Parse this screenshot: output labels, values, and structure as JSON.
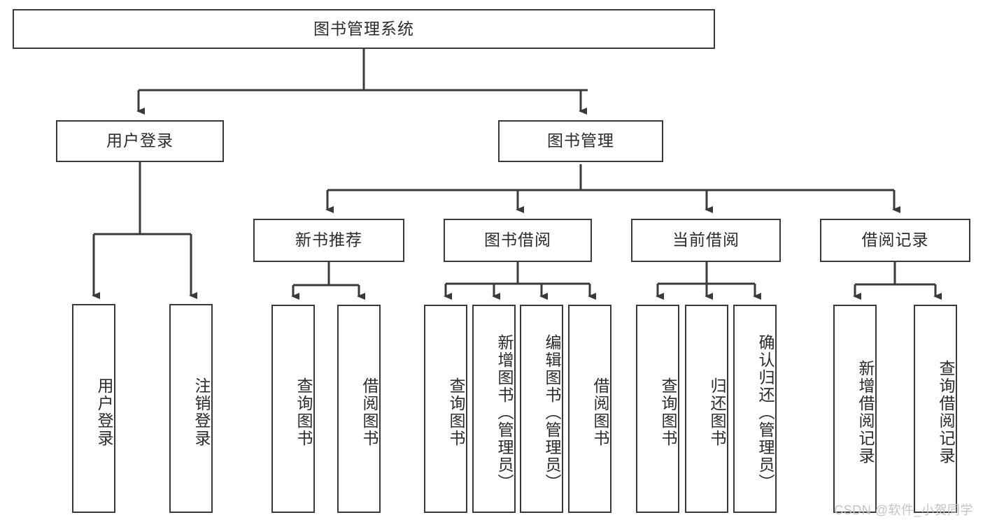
{
  "diagram": {
    "title": "图书管理系统",
    "type": "tree",
    "root": {
      "id": "root",
      "label": "图书管理系统",
      "orientation": "horizontal"
    },
    "level1": [
      {
        "id": "user-login",
        "label": "用户登录",
        "orientation": "horizontal"
      },
      {
        "id": "book-management",
        "label": "图书管理",
        "orientation": "horizontal"
      }
    ],
    "level2": [
      {
        "id": "new-book-recommend",
        "label": "新书推荐",
        "orientation": "horizontal",
        "parent": "book-management"
      },
      {
        "id": "book-borrow",
        "label": "图书借阅",
        "orientation": "horizontal",
        "parent": "book-management"
      },
      {
        "id": "current-borrow",
        "label": "当前借阅",
        "orientation": "horizontal",
        "parent": "book-management"
      },
      {
        "id": "borrow-record",
        "label": "借阅记录",
        "orientation": "horizontal",
        "parent": "book-management"
      }
    ],
    "leaves": [
      {
        "id": "leaf-user-login",
        "label": "用户登录",
        "parent": "user-login",
        "orientation": "vertical"
      },
      {
        "id": "leaf-user-logout",
        "label": "注销登录",
        "parent": "user-login",
        "orientation": "vertical"
      },
      {
        "id": "leaf-query-book-1",
        "label": "查询图书",
        "parent": "new-book-recommend",
        "orientation": "vertical"
      },
      {
        "id": "leaf-borrow-book-1",
        "label": "借阅图书",
        "parent": "new-book-recommend",
        "orientation": "vertical"
      },
      {
        "id": "leaf-query-book-2",
        "label": "查询图书",
        "parent": "book-borrow",
        "orientation": "vertical"
      },
      {
        "id": "leaf-add-book",
        "label": "新增图书（管理员）",
        "parent": "book-borrow",
        "orientation": "vertical"
      },
      {
        "id": "leaf-edit-book",
        "label": "编辑图书（管理员）",
        "parent": "book-borrow",
        "orientation": "vertical"
      },
      {
        "id": "leaf-borrow-book-2",
        "label": "借阅图书",
        "parent": "book-borrow",
        "orientation": "vertical"
      },
      {
        "id": "leaf-query-book-3",
        "label": "查询图书",
        "parent": "current-borrow",
        "orientation": "vertical"
      },
      {
        "id": "leaf-return-book",
        "label": "归还图书",
        "parent": "current-borrow",
        "orientation": "vertical"
      },
      {
        "id": "leaf-confirm-return",
        "label": "确认归还（管理员）",
        "parent": "current-borrow",
        "orientation": "vertical"
      },
      {
        "id": "leaf-add-record",
        "label": "新增借阅记录",
        "parent": "borrow-record",
        "orientation": "vertical"
      },
      {
        "id": "leaf-query-record",
        "label": "查询借阅记录",
        "parent": "borrow-record",
        "orientation": "vertical"
      }
    ],
    "colors": {
      "stroke": "#3a3a3a",
      "text": "#2b2b2b",
      "background": "#ffffff",
      "watermark": "#c3c3c3"
    }
  },
  "watermark": {
    "text": "CSDN @软件_小贺同学"
  }
}
